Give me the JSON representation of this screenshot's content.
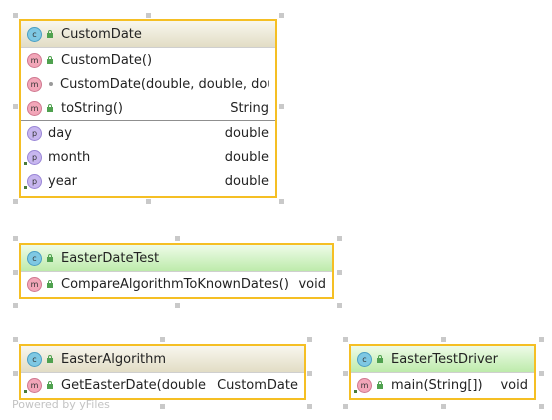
{
  "diagram": {
    "classes": [
      {
        "name": "CustomDate",
        "header_style": "class",
        "methods": [
          {
            "name": "CustomDate()",
            "type": ""
          },
          {
            "name": "CustomDate(double, double, double)",
            "type": ""
          },
          {
            "name": "toString()",
            "type": "String"
          }
        ],
        "fields": [
          {
            "name": "day",
            "type": "double"
          },
          {
            "name": "month",
            "type": "double"
          },
          {
            "name": "year",
            "type": "double"
          }
        ]
      },
      {
        "name": "EasterDateTest",
        "header_style": "test-class",
        "methods": [
          {
            "name": "CompareAlgorithmToKnownDates()",
            "type": "void"
          }
        ]
      },
      {
        "name": "EasterAlgorithm",
        "header_style": "class",
        "methods": [
          {
            "name": "GetEasterDate(double)",
            "type": "CustomDate"
          }
        ]
      },
      {
        "name": "EasterTestDriver",
        "header_style": "test-class",
        "methods": [
          {
            "name": "main(String[])",
            "type": "void"
          }
        ]
      }
    ],
    "watermark": "Powered by yFiles"
  },
  "icons": {
    "class": "c",
    "method": "m",
    "property": "p"
  },
  "colors": {
    "node_border": "#f5bf24",
    "class_header": "#e2ddc5",
    "test_header": "#bdebab",
    "class_icon": "#7ec8e3",
    "method_icon": "#f2a6b8",
    "property_icon": "#c7b6ef"
  }
}
